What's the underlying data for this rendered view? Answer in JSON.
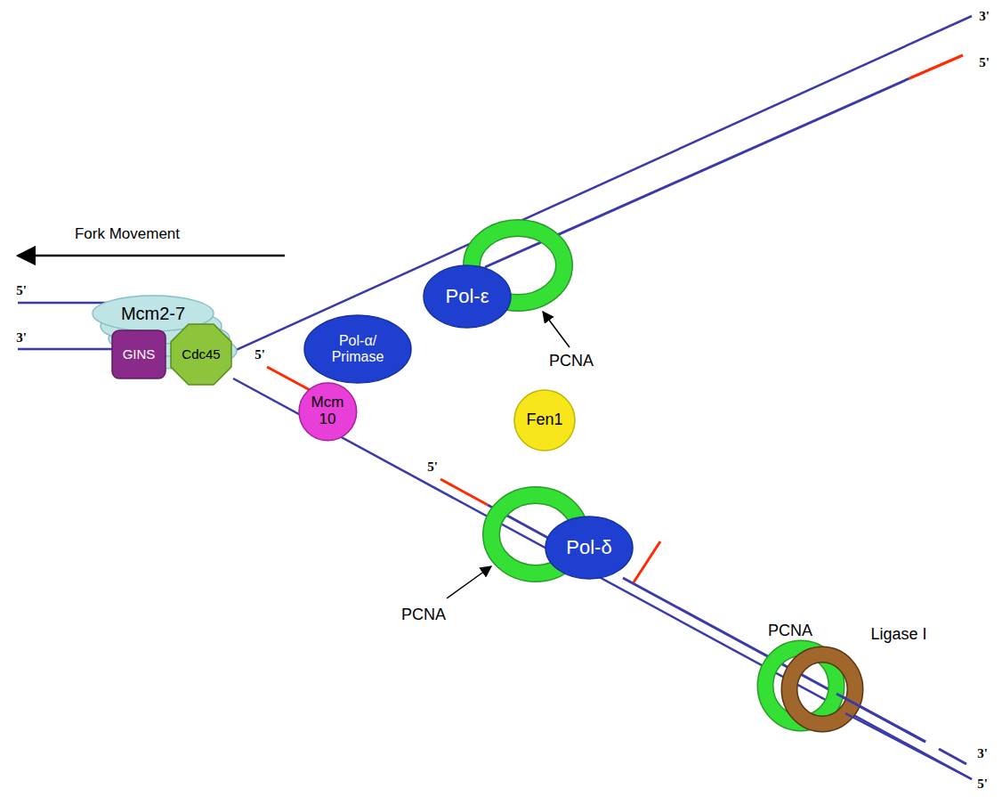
{
  "diagram": {
    "nodes": [
      {
        "text": [
          "Pol-ε"
        ]
      },
      {
        "text": [
          "Mcm2-7"
        ]
      },
      {
        "text": [
          "GINS"
        ]
      },
      {
        "text": [
          "Cdc45"
        ]
      },
      {
        "text": [
          "Pol-α/ Primase"
        ]
      },
      {
        "text": [
          "Mcm 10"
        ]
      },
      {
        "text": [
          "Fen1"
        ]
      },
      {
        "text": [
          "Pol-δ"
        ]
      }
    ],
    "labels": [
      "3'",
      "5'",
      "Fork Movement",
      "5'",
      "3'",
      "5'",
      "PCNA",
      "5'",
      "PCNA",
      "PCNA",
      "Ligase I",
      "3'",
      "5'"
    ]
  }
}
